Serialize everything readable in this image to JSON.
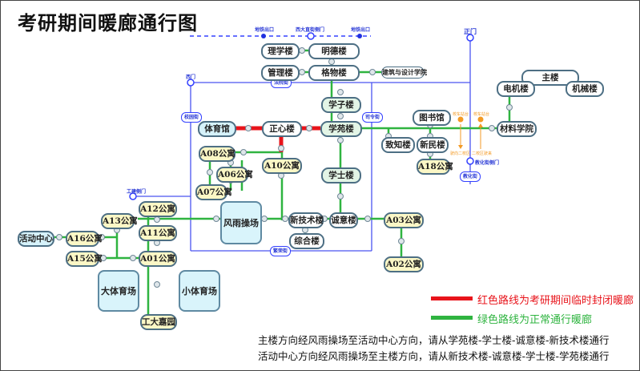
{
  "title": "考研期间暖廊通行图",
  "colors": {
    "closed_corridor": "#e8141b",
    "open_corridor": "#2fb440",
    "road": "#4a54f0",
    "bus_stop": "#f39a24"
  },
  "subway": {
    "stops": [
      "地铁出口",
      "西大直街侧门",
      "地铁出口"
    ]
  },
  "gates": {
    "main_gate": "正门",
    "west_gate": "西门",
    "gongjian_gate": "工建侧门",
    "jiaohua_gate": "教化街侧门"
  },
  "roads": {
    "fayuan": "法院街",
    "xiaoyuan": "校园街",
    "siling": "司令街",
    "fanrong": "繁荣街",
    "jiaohua": "教化街"
  },
  "bus": {
    "stop_left": "校车站台",
    "stop_right": "校车站台",
    "to_label": "驶向二校区",
    "from_label": "二校区驶来"
  },
  "buildings": {
    "lixue": "理学楼",
    "mingde": "明德楼",
    "guanli": "管理楼",
    "gewu": "格物楼",
    "jianzhu": "建筑与设计学院",
    "xuezi": "学子楼",
    "tiyuguan": "体育馆",
    "zhengxin": "正心楼",
    "xueyuan": "学苑楼",
    "tushuguan": "图书馆",
    "zhizhi": "致知楼",
    "xinmin": "新民楼",
    "a18": "A18公寓",
    "zhulou": "主楼",
    "dianji": "电机楼",
    "jixie": "机械楼",
    "cailiao": "材料学院",
    "a08": "A08公寓",
    "a06": "A06公寓",
    "a07": "A07公寓",
    "a10": "A10公寓",
    "xueshi": "学士楼",
    "fengyu": "风雨操场",
    "xinjishu": "新技术楼",
    "chengyi": "诚意楼",
    "zonghe": "综合楼",
    "a03": "A03公寓",
    "a02": "A02公寓",
    "a12": "A12公寓",
    "a13": "A13公寓",
    "a11": "A11公寓",
    "a16": "A16公寓",
    "a15": "A15公寓",
    "a01": "A01公寓",
    "huodong": "活动中心",
    "datiyu": "大体育场",
    "xiaotiyu": "小体育场",
    "gongda": "工大嘉园"
  },
  "legend": {
    "closed": "红色路线为考研期间临时封闭暖廊",
    "open": "绿色路线为正常通行暖廊"
  },
  "notes": [
    "主楼方向经风雨操场至活动中心方向，请从学苑楼-学士楼-诚意楼-新技术楼通行",
    "活动中心方向经风雨操场至主楼方向，请从新技术楼-诚意楼-学士楼-学苑楼通行"
  ]
}
